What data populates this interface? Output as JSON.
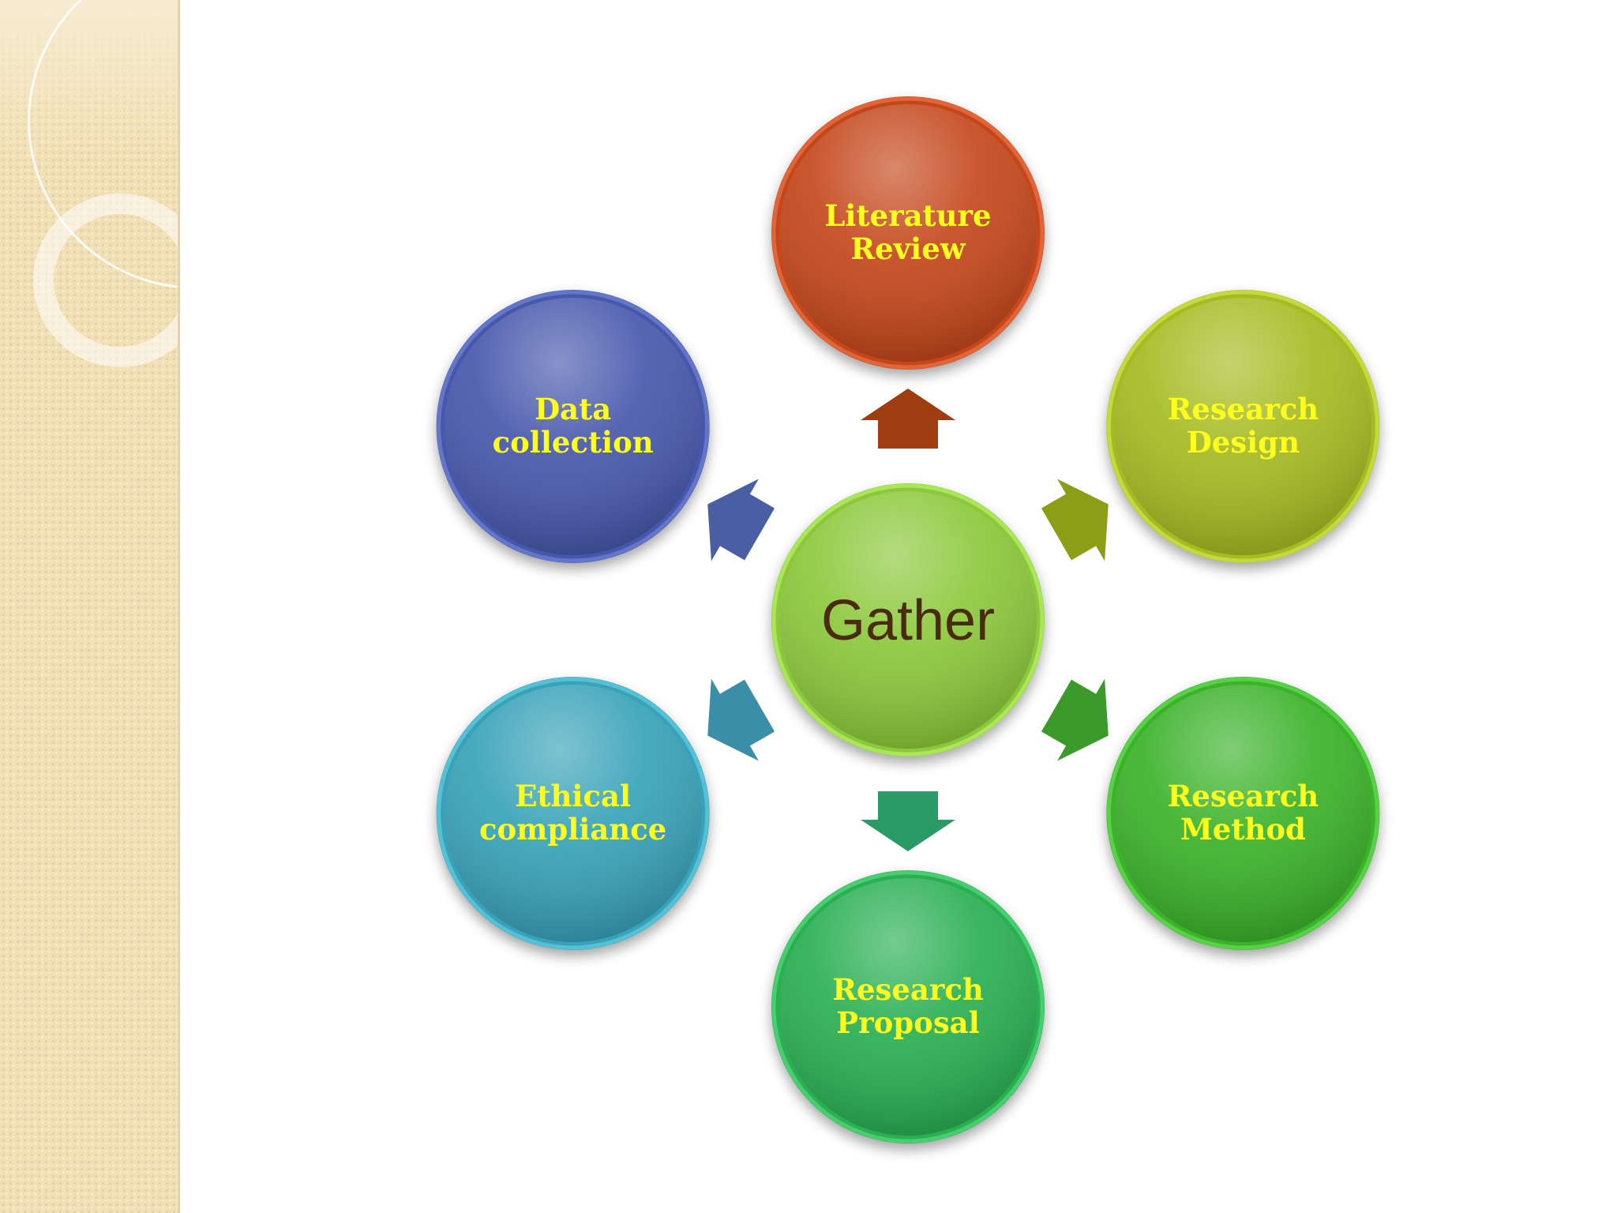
{
  "center": {
    "label": "Gather",
    "color": "#8cc83a"
  },
  "nodes": [
    {
      "id": "literature-review",
      "lines": [
        "Literature",
        "Review"
      ],
      "color": "#c4471c"
    },
    {
      "id": "research-design",
      "lines": [
        "Research",
        "Design"
      ],
      "color": "#a6bb22"
    },
    {
      "id": "research-method",
      "lines": [
        "Research",
        "Method"
      ],
      "color": "#3ab22c"
    },
    {
      "id": "research-proposal",
      "lines": [
        "Research",
        "Proposal"
      ],
      "color": "#2caf53"
    },
    {
      "id": "ethical-compliance",
      "lines": [
        "Ethical",
        "compliance"
      ],
      "color": "#37a2b8"
    },
    {
      "id": "data-collection",
      "lines": [
        "Data",
        "collection"
      ],
      "color": "#4658ac"
    }
  ],
  "arrows": [
    {
      "to": "literature-review",
      "color": "#9e3d10"
    },
    {
      "to": "research-design",
      "color": "#8c9e18"
    },
    {
      "to": "research-method",
      "color": "#3a9a2a"
    },
    {
      "to": "research-proposal",
      "color": "#2a9a66"
    },
    {
      "to": "ethical-compliance",
      "color": "#3a8ea8"
    },
    {
      "to": "data-collection",
      "color": "#4a5ea4"
    }
  ],
  "label_color": "#ffff1f",
  "center_text_color": "#4a2a10"
}
